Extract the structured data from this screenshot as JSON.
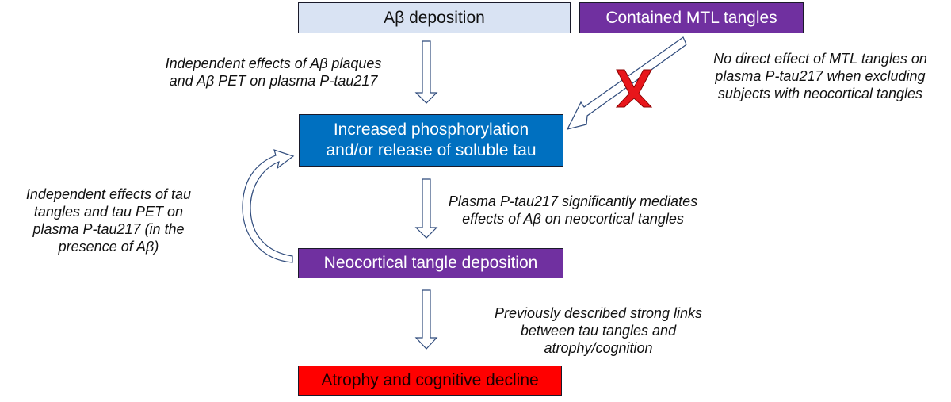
{
  "colors": {
    "ab_box": "#d9e3f3",
    "mtl_box": "#7030a0",
    "phosphorylation_box": "#0070c0",
    "neocortical_box": "#7030a0",
    "atrophy_box": "#ff0000",
    "arrow_outline": "#2f4b7c",
    "cross_mark": "#e8161b"
  },
  "boxes": {
    "ab_deposition": "Aβ deposition",
    "mtl_tangles": "Contained MTL tangles",
    "phosphorylation": [
      "Increased phosphorylation",
      "and/or release of soluble tau"
    ],
    "neocortical": "Neocortical tangle deposition",
    "atrophy": "Atrophy and cognitive decline"
  },
  "notes": {
    "ab_effects": [
      "Independent effects of Aβ plaques",
      "and Aβ PET on plasma P-tau217"
    ],
    "mtl_no_effect": [
      "No direct effect of MTL tangles on",
      "plasma P-tau217 when excluding",
      "subjects with neocortical tangles"
    ],
    "tau_effects": [
      "Independent effects of tau",
      "tangles and tau PET on",
      "plasma P-tau217 (in the",
      "presence of Aβ)"
    ],
    "mediation": [
      "Plasma P-tau217 significantly mediates",
      "effects of Aβ on neocortical tangles"
    ],
    "previous_links": [
      "Previously described strong links",
      "between tau tangles and",
      "atrophy/cognition"
    ]
  },
  "icons": {
    "blocked_link": "cross-icon"
  }
}
